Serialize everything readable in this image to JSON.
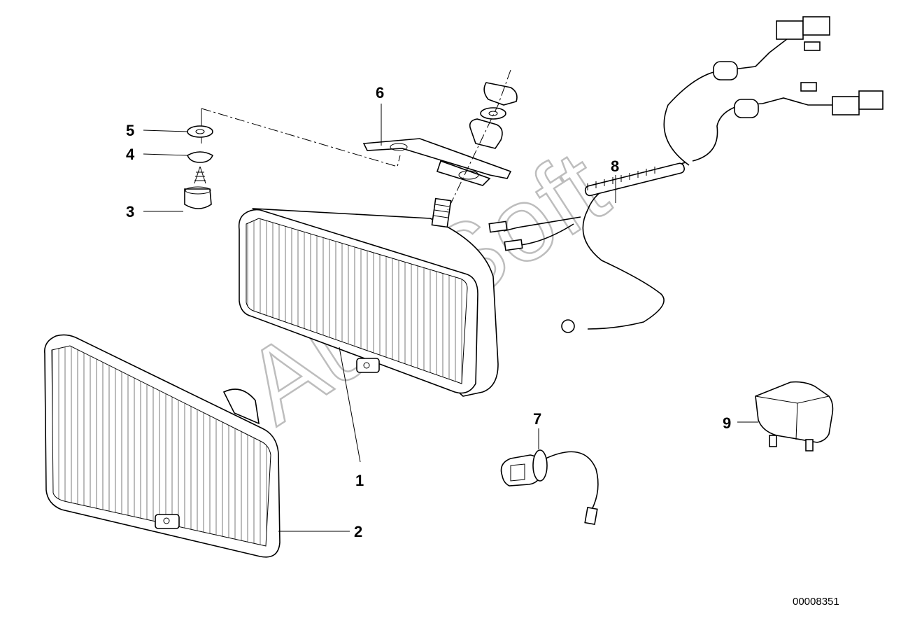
{
  "callouts": [
    {
      "id": "1",
      "label": "1"
    },
    {
      "id": "2",
      "label": "2"
    },
    {
      "id": "3",
      "label": "3"
    },
    {
      "id": "4",
      "label": "4"
    },
    {
      "id": "5",
      "label": "5"
    },
    {
      "id": "6",
      "label": "6"
    },
    {
      "id": "7",
      "label": "7"
    },
    {
      "id": "8",
      "label": "8"
    },
    {
      "id": "9",
      "label": "9"
    }
  ],
  "document_number": "00008351",
  "watermark": "AutoSoft"
}
